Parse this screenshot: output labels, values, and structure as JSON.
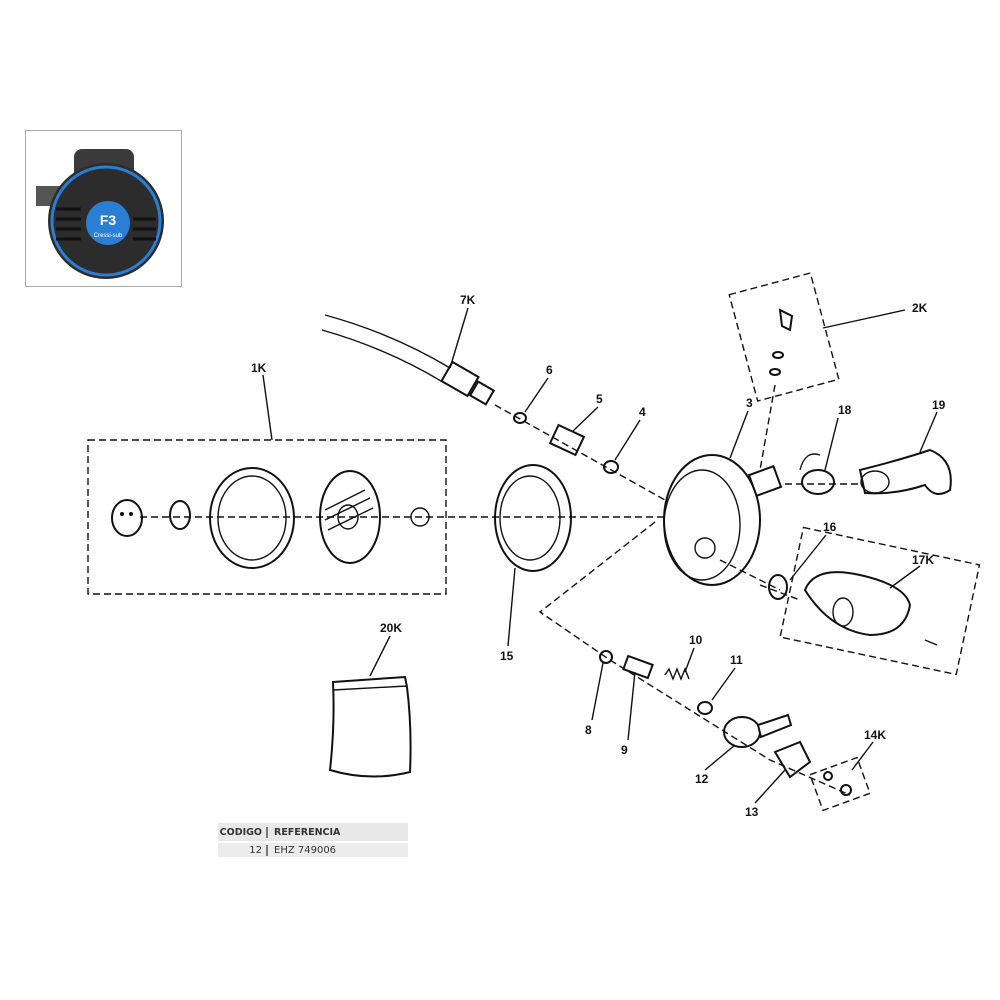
{
  "inset": {
    "product_badge": "F3",
    "brand": "Cressi-sub",
    "accent_color": "#2a7fd4"
  },
  "labels": {
    "l7k": "7K",
    "l2k": "2K",
    "l1k": "1K",
    "l6": "6",
    "l5": "5",
    "l4": "4",
    "l3": "3",
    "l18": "18",
    "l19": "19",
    "l16": "16",
    "l17k": "17K",
    "l15": "15",
    "l20k": "20K",
    "l10": "10",
    "l11": "11",
    "l8": "8",
    "l9": "9",
    "l12": "12",
    "l13": "13",
    "l14k": "14K"
  },
  "table": {
    "headers": {
      "code": "CODIGO",
      "ref": "REFERENCIA"
    },
    "rows": [
      {
        "code": "12",
        "ref": "EHZ 749006"
      }
    ]
  }
}
